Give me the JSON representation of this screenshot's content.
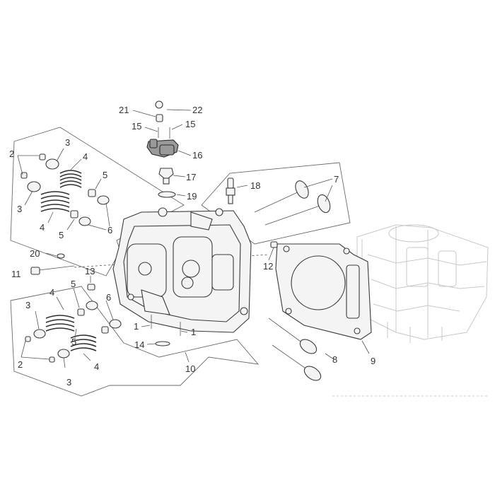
{
  "labels": [
    {
      "id": "l21",
      "text": "21"
    },
    {
      "id": "l22",
      "text": "22"
    },
    {
      "id": "l15a",
      "text": "15"
    },
    {
      "id": "l15b",
      "text": "15"
    },
    {
      "id": "l16",
      "text": "16"
    },
    {
      "id": "l17",
      "text": "17"
    },
    {
      "id": "l18",
      "text": "18"
    },
    {
      "id": "l19",
      "text": "19"
    },
    {
      "id": "l7",
      "text": "7"
    },
    {
      "id": "l2a",
      "text": "2"
    },
    {
      "id": "l3a",
      "text": "3"
    },
    {
      "id": "l4a",
      "text": "4"
    },
    {
      "id": "l5a",
      "text": "5"
    },
    {
      "id": "l3b",
      "text": "3"
    },
    {
      "id": "l4b",
      "text": "4"
    },
    {
      "id": "l5b",
      "text": "5"
    },
    {
      "id": "l6a",
      "text": "6"
    },
    {
      "id": "l20",
      "text": "20"
    },
    {
      "id": "l11",
      "text": "11"
    },
    {
      "id": "l13",
      "text": "13"
    },
    {
      "id": "l12",
      "text": "12"
    },
    {
      "id": "l4c",
      "text": "4"
    },
    {
      "id": "l5c",
      "text": "5"
    },
    {
      "id": "l6b",
      "text": "6"
    },
    {
      "id": "l3c",
      "text": "3"
    },
    {
      "id": "l5d",
      "text": "5"
    },
    {
      "id": "l2b",
      "text": "2"
    },
    {
      "id": "l4d",
      "text": "4"
    },
    {
      "id": "l3d",
      "text": "3"
    },
    {
      "id": "l1a",
      "text": "1"
    },
    {
      "id": "l1b",
      "text": "1"
    },
    {
      "id": "l14",
      "text": "14"
    },
    {
      "id": "l10",
      "text": "10"
    },
    {
      "id": "l8",
      "text": "8"
    },
    {
      "id": "l9",
      "text": "9"
    }
  ]
}
